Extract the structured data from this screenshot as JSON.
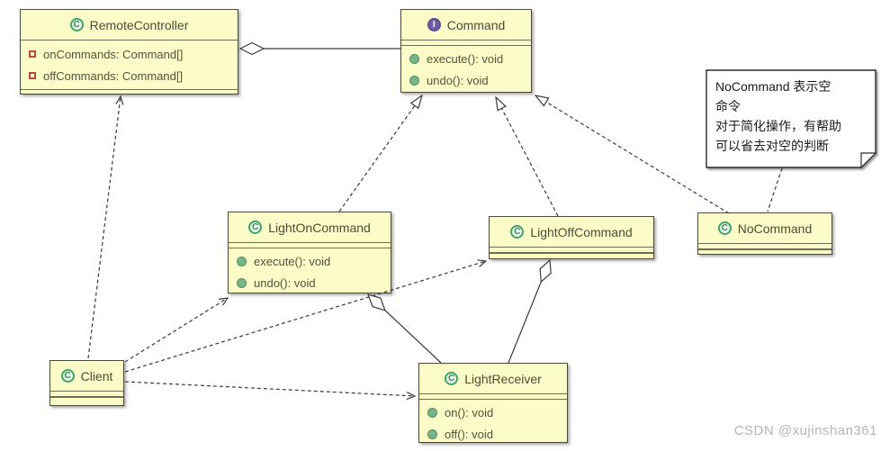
{
  "diagram_type": "uml-class-diagram",
  "icons": {
    "class_letter": "C",
    "interface_letter": "I"
  },
  "classes": {
    "remote_controller": {
      "kind": "class",
      "name": "RemoteController",
      "fields": [
        "onCommands: Command[]",
        "offCommands: Command[]"
      ],
      "methods": []
    },
    "command": {
      "kind": "interface",
      "name": "Command",
      "fields": [],
      "methods": [
        "execute(): void",
        "undo(): void"
      ]
    },
    "light_on_command": {
      "kind": "class",
      "name": "LightOnCommand",
      "fields": [],
      "methods": [
        "execute(): void",
        "undo(): void"
      ]
    },
    "light_off_command": {
      "kind": "class",
      "name": "LightOffCommand",
      "fields": [],
      "methods": []
    },
    "no_command": {
      "kind": "class",
      "name": "NoCommand",
      "fields": [],
      "methods": []
    },
    "client": {
      "kind": "class",
      "name": "Client",
      "fields": [],
      "methods": []
    },
    "light_receiver": {
      "kind": "class",
      "name": "LightReceiver",
      "fields": [],
      "methods": [
        "on(): void",
        "off(): void"
      ]
    }
  },
  "note": {
    "lines": [
      "NoCommand 表示空",
      "命令",
      "对于简化操作，有帮助",
      "可以省去对空的判断"
    ]
  },
  "relations": [
    {
      "from": "RemoteController",
      "to": "Command",
      "type": "aggregation"
    },
    {
      "from": "LightOnCommand",
      "to": "Command",
      "type": "realization"
    },
    {
      "from": "LightOffCommand",
      "to": "Command",
      "type": "realization"
    },
    {
      "from": "NoCommand",
      "to": "Command",
      "type": "realization"
    },
    {
      "from": "LightOnCommand",
      "to": "LightReceiver",
      "type": "aggregation"
    },
    {
      "from": "LightOffCommand",
      "to": "LightReceiver",
      "type": "aggregation"
    },
    {
      "from": "Client",
      "to": "RemoteController",
      "type": "dependency"
    },
    {
      "from": "Client",
      "to": "LightOnCommand",
      "type": "dependency"
    },
    {
      "from": "Client",
      "to": "LightOffCommand",
      "type": "dependency"
    },
    {
      "from": "Client",
      "to": "LightReceiver",
      "type": "dependency"
    },
    {
      "from": "Note",
      "to": "NoCommand",
      "type": "anchor"
    }
  ],
  "colors": {
    "node_fill": "#fcfcc9",
    "node_border": "#4a4a38",
    "edge": "#3a3a3a",
    "class_icon": "#3fa565",
    "interface_icon": "#6f5fa8",
    "field_icon": "#bb4940",
    "method_icon": "#79b389",
    "note_fill": "#ffffff",
    "watermark": "#b5b5b5"
  },
  "watermark": "CSDN @xujinshan361"
}
